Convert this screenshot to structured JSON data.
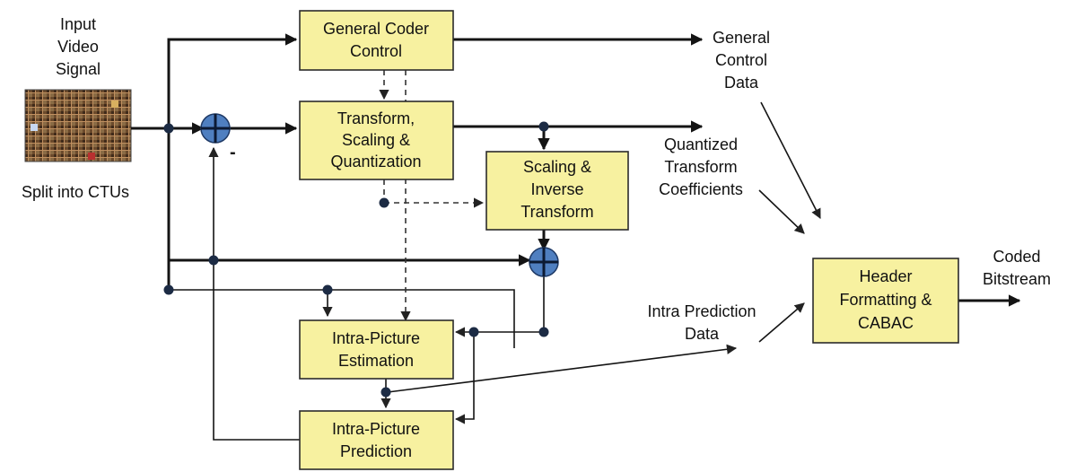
{
  "input": {
    "title_lines": [
      "Input",
      "Video",
      "Signal"
    ],
    "caption": "Split into CTUs"
  },
  "blocks": {
    "general_coder_control": [
      "General Coder",
      "Control"
    ],
    "transform_scaling_quantization": [
      "Transform,",
      "Scaling &",
      "Quantization"
    ],
    "scaling_inverse_transform": [
      "Scaling &",
      "Inverse",
      "Transform"
    ],
    "intra_picture_estimation": [
      "Intra-Picture",
      "Estimation"
    ],
    "intra_picture_prediction": [
      "Intra-Picture",
      "Prediction"
    ],
    "header_formatting_cabac": [
      "Header",
      "Formatting &",
      "CABAC"
    ]
  },
  "labels": {
    "general_control_data": [
      "General",
      "Control",
      "Data"
    ],
    "quantized_transform_coefficients": [
      "Quantized",
      "Transform",
      "Coefficients"
    ],
    "intra_prediction_data": [
      "Intra Prediction",
      "Data"
    ],
    "coded_bitstream": [
      "Coded",
      "Bitstream"
    ],
    "minus_sign": "-"
  },
  "colors": {
    "block_fill": "#f7f1a0",
    "adder_fill": "#4f7fc0",
    "line": "#141414"
  },
  "icons": {
    "adder": "circle-plus-icon",
    "input_frame": "video-frame-thumbnail"
  }
}
